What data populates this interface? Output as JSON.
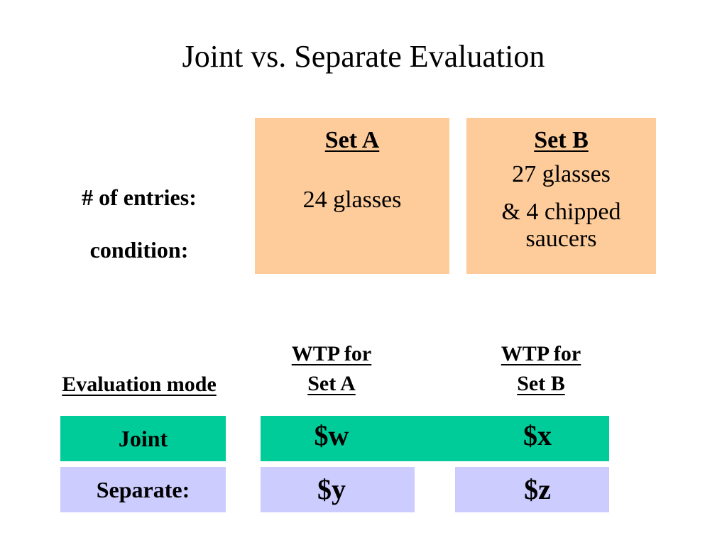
{
  "title": "Joint vs. Separate Evaluation",
  "row_labels": {
    "entries": "# of entries:",
    "condition": "condition:"
  },
  "sets": {
    "a": {
      "heading": "Set A",
      "lines": [
        "24 glasses"
      ]
    },
    "b": {
      "heading": "Set B",
      "lines": [
        "27 glasses",
        "& 4 chipped",
        "saucers"
      ]
    }
  },
  "evaluation": {
    "mode_heading": "Evaluation mode",
    "wtp_a": [
      "WTP for",
      "Set A"
    ],
    "wtp_b": [
      "WTP for",
      "Set B"
    ],
    "joint": {
      "label": "Joint",
      "value_a": "$w",
      "value_b": "$x"
    },
    "separate": {
      "label": "Separate:",
      "value_a": "$y",
      "value_b": "$z"
    }
  },
  "colors": {
    "set_box": "#fecb9a",
    "joint": "#00cc99",
    "separate": "#ccccff"
  }
}
